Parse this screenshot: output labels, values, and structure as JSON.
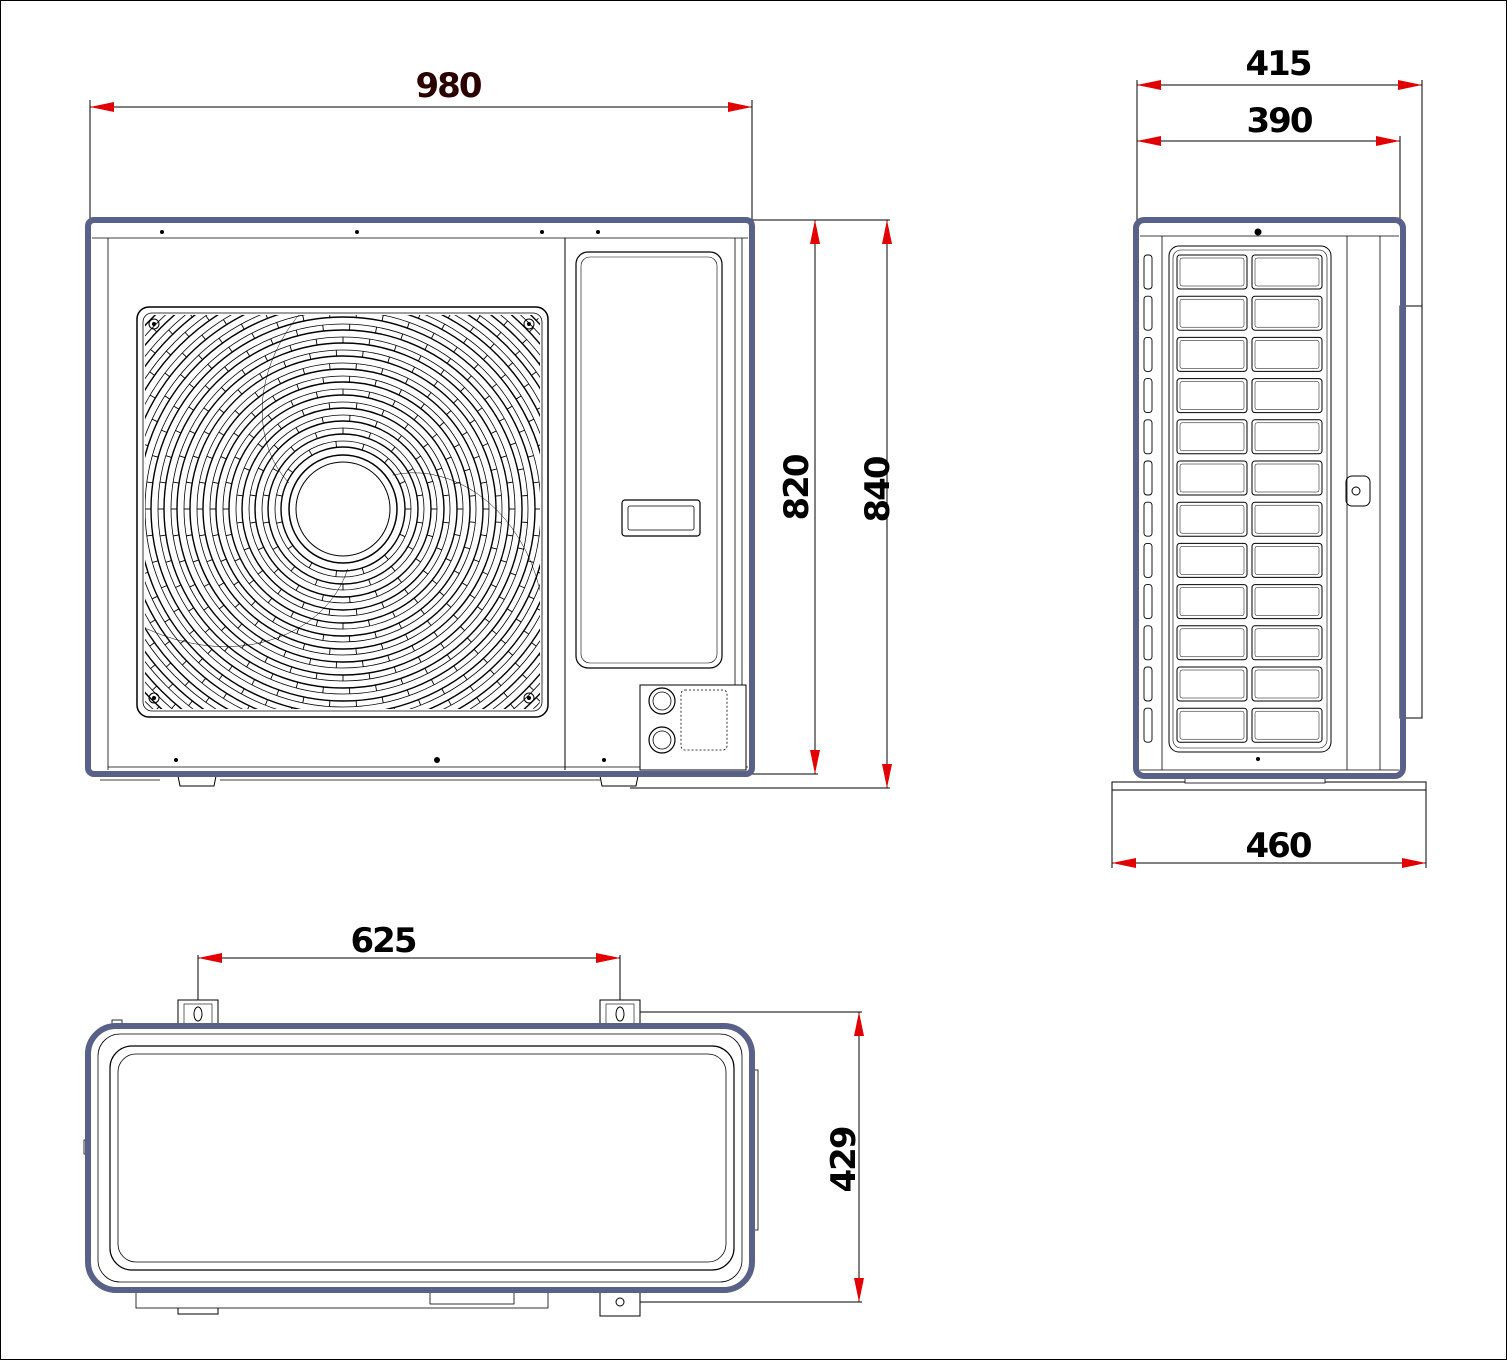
{
  "dimensions": {
    "front_width": "980",
    "front_height_body": "820",
    "front_height_total": "840",
    "side_depth_total": "415",
    "side_depth_body": "390",
    "side_base_width": "460",
    "bottom_mount_spacing": "625",
    "bottom_foot_span": "429"
  },
  "colors": {
    "outline": "#5a6188",
    "arrow": "#e20000",
    "line": "#000000"
  }
}
